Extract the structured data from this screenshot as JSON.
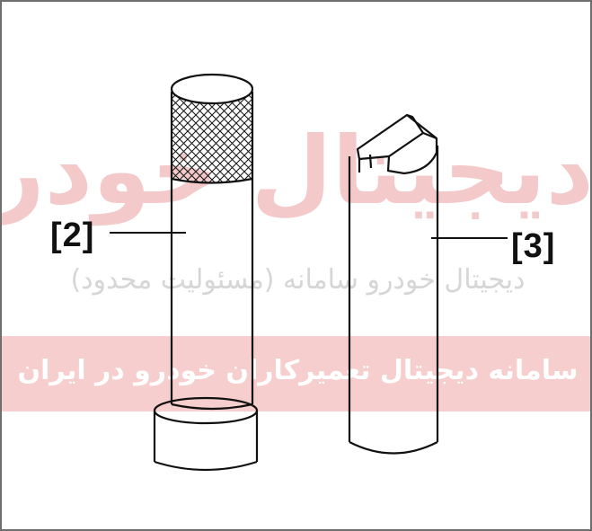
{
  "watermark": {
    "logo_text": "دیجیتال خودرو",
    "line_text": "دیجیتال خودرو سامانه (مسئولیت محدود)",
    "band_text": "سامانه دیجیتال تعمیرکاران خودرو در ایران",
    "band_color": "#f5c9c9"
  },
  "callouts": {
    "tool_2": "[2]",
    "tool_3": "[3]"
  },
  "colors": {
    "ink": "#111111",
    "frame": "#6e6e6e",
    "watermark": "#f3c0c0"
  }
}
